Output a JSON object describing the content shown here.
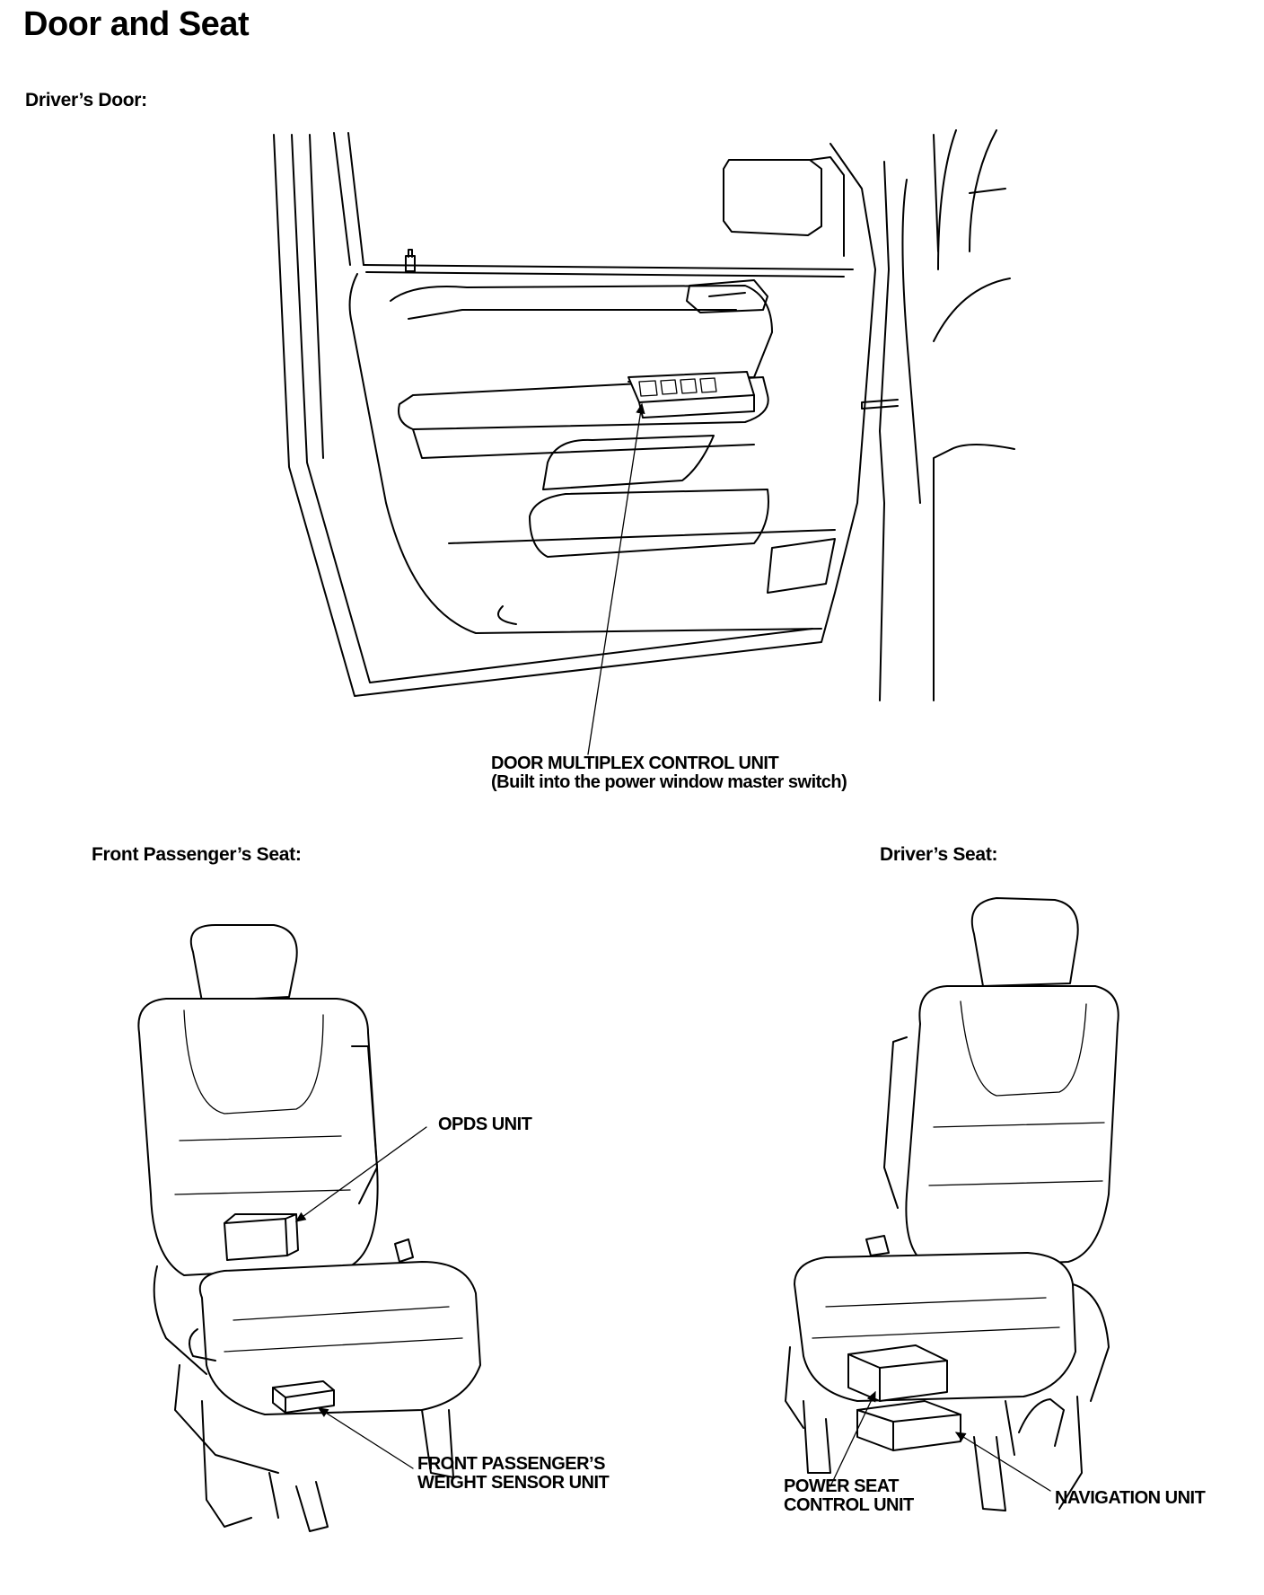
{
  "title": "Door and Seat",
  "sections": {
    "drivers_door": "Driver’s Door:",
    "front_passenger_seat": "Front Passenger’s Seat:",
    "drivers_seat": "Driver’s Seat:"
  },
  "callouts": {
    "door_multiplex": {
      "line1": "DOOR MULTIPLEX CONTROL UNIT",
      "line2": "(Built into the power window master switch)"
    },
    "opds": "OPDS UNIT",
    "weight_sensor": {
      "line1": "FRONT PASSENGER’S",
      "line2": "WEIGHT SENSOR UNIT"
    },
    "power_seat": {
      "line1": "POWER SEAT",
      "line2": "CONTROL UNIT"
    },
    "navigation": "NAVIGATION UNIT"
  }
}
